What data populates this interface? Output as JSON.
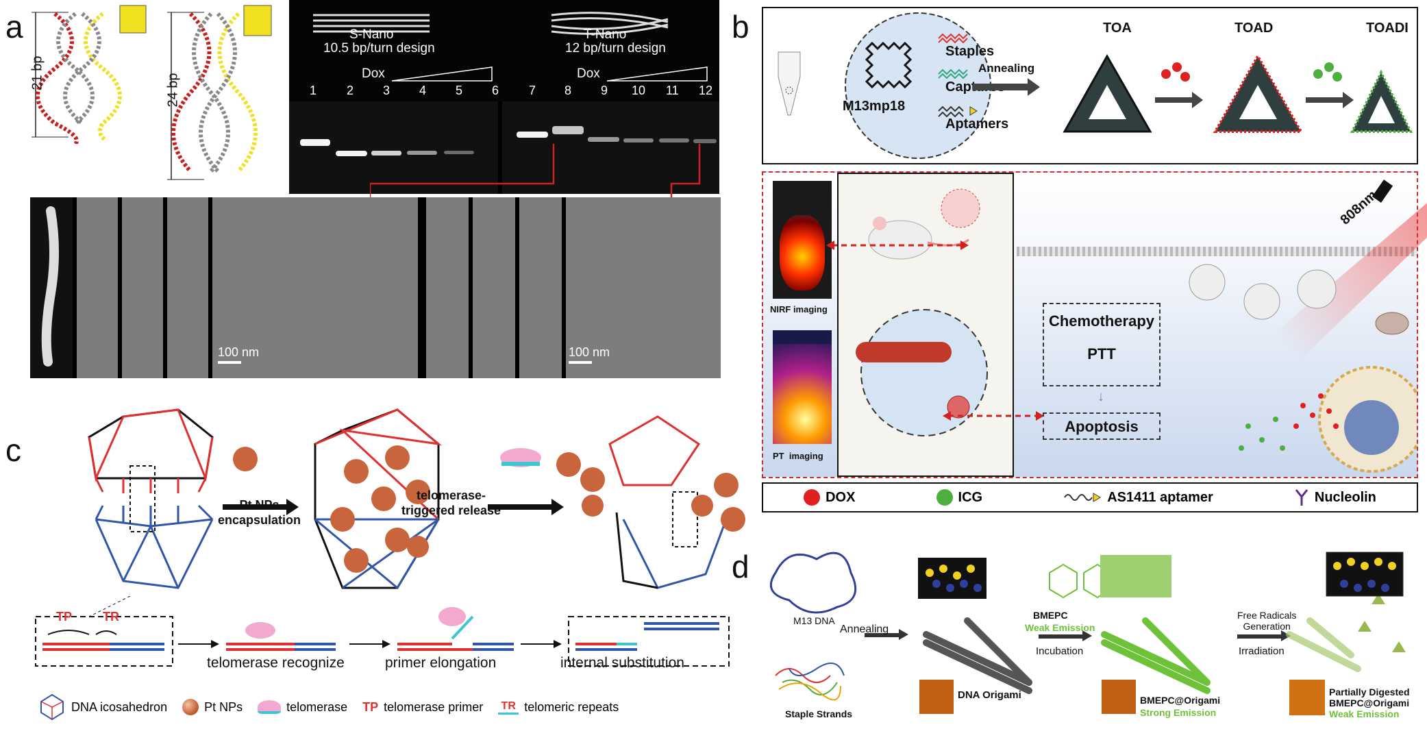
{
  "panels": {
    "a": {
      "letter": "a",
      "helix_label_1": "21 bp",
      "helix_label_2": "24 bp",
      "s_nano_title": "S-Nano",
      "s_nano_design": "10.5 bp/turn design",
      "t_nano_title": "T-Nano",
      "t_nano_design": "12 bp/turn design",
      "dox_label_1": "Dox",
      "dox_label_2": "Dox",
      "lanes": [
        "1",
        "2",
        "3",
        "4",
        "5",
        "6",
        "7",
        "8",
        "9",
        "10",
        "11",
        "12"
      ],
      "scale_bar_1": "100 nm",
      "scale_bar_2": "100 nm"
    },
    "b": {
      "letter": "b",
      "m13": "M13mp18",
      "staples": "Staples",
      "captures": "Captures",
      "aptamers": "Aptamers",
      "annealing": "Annealing",
      "toa": "TOA",
      "toad": "TOAD",
      "toadi": "TOADI",
      "laser": "808nm",
      "nirf": "NIRF imaging",
      "pt_imaging": "PT  imaging",
      "chemo": "Chemotherapy",
      "ptt": "PTT",
      "apoptosis": "Apoptosis",
      "legend": {
        "dox": "DOX",
        "icg": "ICG",
        "aptamer": "AS1411 aptamer",
        "nucleolin": "Nucleolin"
      },
      "colors": {
        "dox": "#e02020",
        "icg": "#4caf3e",
        "nucleolin": "#5a2d8c"
      }
    },
    "c": {
      "letter": "c",
      "step1": [
        "Pt NPs",
        "encapsulation"
      ],
      "step2": [
        "telomerase-",
        "triggered release"
      ],
      "tp": "TP",
      "tr": "TR",
      "stage1": "telomerase recognize",
      "stage2": "primer elongation",
      "stage3": "internal substitution",
      "legend": {
        "icosahedron": "DNA icosahedron",
        "pt": "Pt NPs",
        "telomerase": "telomerase",
        "tp_key": "TP",
        "tp_desc": "telomerase primer",
        "tr_key": "TR",
        "tr_desc": "telomeric repeats"
      },
      "colors": {
        "red": "#e03030",
        "blue": "#2f56a8",
        "teal": "#3ec6d0",
        "pt": "#c8653c"
      }
    },
    "d": {
      "letter": "d",
      "m13": "M13 DNA",
      "staple": "Staple Strands",
      "annealing": "Annealing",
      "bmepc": "BMEPC",
      "weak_emission": "Weak Emission",
      "incubation": "Incubation",
      "free_radicals_1": "Free Radicals",
      "free_radicals_2": "Generation",
      "irradiation": "Irradiation",
      "dna_origami": "DNA Origami",
      "bmepc_origami": "BMEPC@Origami",
      "strong_emission": "Strong Emission",
      "partially_1": "Partially Digested",
      "partially_2": "BMEPC@Origami",
      "weak_emission_2": "Weak Emission",
      "colors": {
        "green": "#6ec23a"
      }
    }
  }
}
